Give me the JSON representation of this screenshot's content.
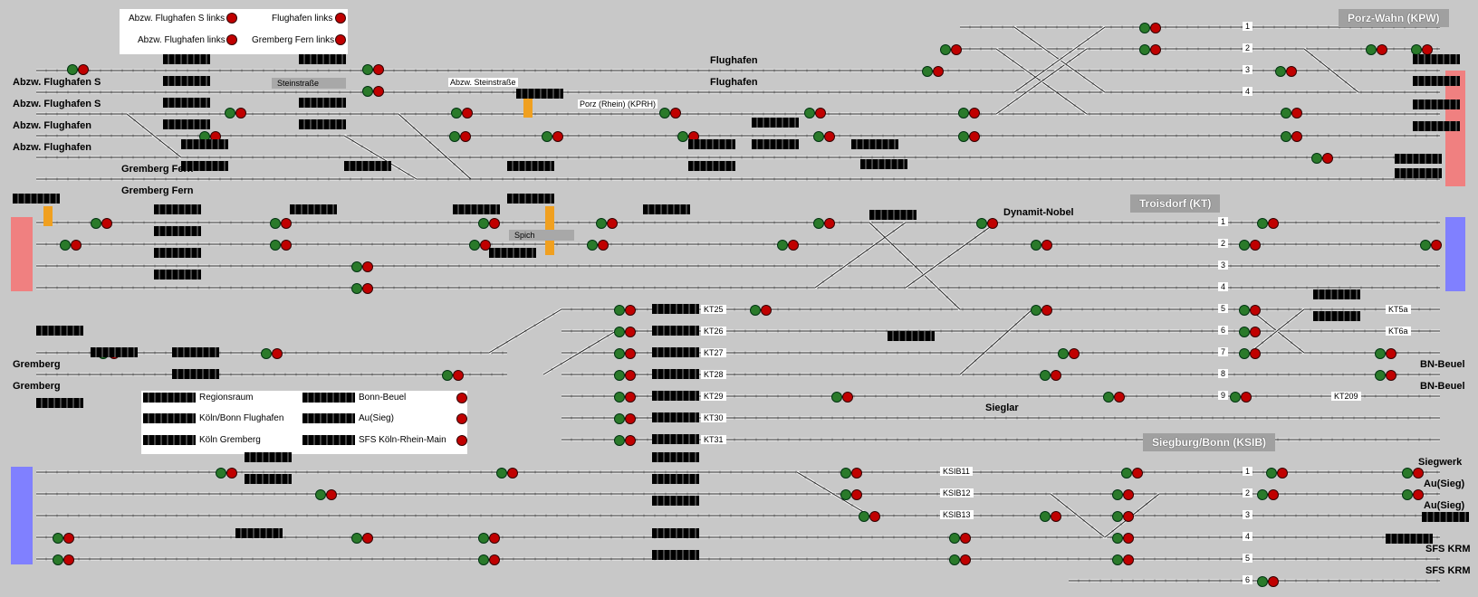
{
  "colors": {
    "background": "#c8c8c8",
    "track": "#f0f0f0",
    "signal_red": "#c00000",
    "signal_green": "#2a7a2a",
    "edge_red": "#f08080",
    "edge_blue": "#8080ff",
    "hold_orange": "#f0a020"
  },
  "top_legend": {
    "items": [
      {
        "label": "Abzw. Flughafen S links"
      },
      {
        "label": "Flughafen links"
      },
      {
        "label": "Abzw. Flughafen links"
      },
      {
        "label": "Gremberg Fern links"
      }
    ]
  },
  "bottom_legend": {
    "items": [
      {
        "label": "Regionsraum"
      },
      {
        "label": "Bonn-Beuel"
      },
      {
        "label": "Köln/Bonn Flughafen"
      },
      {
        "label": "Au(Sieg)"
      },
      {
        "label": "Köln Gremberg"
      },
      {
        "label": "SFS Köln-Rhein-Main"
      }
    ]
  },
  "stations": {
    "porz_wahn": "Porz-Wahn (KPW)",
    "troisdorf": "Troisdorf (KT)",
    "siegburg": "Siegburg/Bonn (KSIB)",
    "porz_rhein": "Porz (Rhein) (KPRH)"
  },
  "left_labels": {
    "abzw_flughafen_s_1": "Abzw. Flughafen S",
    "abzw_flughafen_s_2": "Abzw. Flughafen S",
    "abzw_flughafen_1": "Abzw. Flughafen",
    "abzw_flughafen_2": "Abzw. Flughafen",
    "gremberg_fern_1": "Gremberg Fern",
    "gremberg_fern_2": "Gremberg Fern",
    "gremberg_1": "Gremberg",
    "gremberg_2": "Gremberg"
  },
  "misc_labels": {
    "flughafen_1": "Flughafen",
    "flughafen_2": "Flughafen",
    "dynamit_nobel": "Dynamit-Nobel",
    "siegl": "Sieglar",
    "steinstrasse": "Steinstraße",
    "abzw_steinstrasse": "Abzw. Steinstraße",
    "spich": "Spich"
  },
  "right_labels": {
    "bn_beuel_1": "BN-Beuel",
    "bn_beuel_2": "BN-Beuel",
    "siegwerk": "Siegwerk",
    "au_sieg_1": "Au(Sieg)",
    "au_sieg_2": "Au(Sieg)",
    "sfs_krm_1": "SFS KRM",
    "sfs_krm_2": "SFS KRM"
  },
  "track_numbers": {
    "porz": [
      "1",
      "2",
      "3",
      "4"
    ],
    "troisdorf": [
      "1",
      "2",
      "3",
      "4",
      "5",
      "6",
      "7",
      "8",
      "9"
    ],
    "siegburg": [
      "1",
      "2",
      "3",
      "4",
      "5",
      "6"
    ]
  },
  "kt_tracks": [
    "KT25",
    "KT26",
    "KT27",
    "KT28",
    "KT29",
    "KT30",
    "KT31"
  ],
  "ksib_tracks": [
    "KSIB11",
    "KSIB12",
    "KSIB13"
  ],
  "kt_right": [
    "KT5a",
    "KT6a",
    "KT209"
  ]
}
